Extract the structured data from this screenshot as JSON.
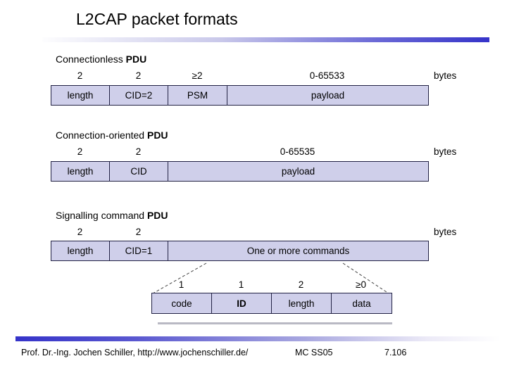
{
  "title": "L2CAP packet formats",
  "sections": [
    {
      "heading": "Connectionless",
      "heading_bold": "PDU",
      "unit": "bytes",
      "sizes": [
        "2",
        "2",
        "≥2",
        "0-65533"
      ],
      "cells": [
        "length",
        "CID=2",
        "PSM",
        "payload"
      ]
    },
    {
      "heading": "Connection-oriented",
      "heading_bold": "PDU",
      "unit": "bytes",
      "sizes": [
        "2",
        "2",
        "0-65535"
      ],
      "cells": [
        "length",
        "CID",
        "payload"
      ]
    },
    {
      "heading": "Signalling command",
      "heading_bold": "PDU",
      "unit": "bytes",
      "sizes": [
        "2",
        "2",
        ""
      ],
      "cells": [
        "length",
        "CID=1",
        "One or more commands"
      ]
    }
  ],
  "command_detail": {
    "sizes": [
      "1",
      "1",
      "2",
      "≥0"
    ],
    "cells": [
      "code",
      "ID",
      "length",
      "data"
    ]
  },
  "footer": {
    "author": "Prof. Dr.-Ing. Jochen Schiller, http://www.jochenschiller.de/",
    "course": "MC SS05",
    "page": "7.106"
  },
  "colors": {
    "accent_blue": "#3533c9",
    "box_fill": "#cfcfea",
    "box_border": "#222244"
  }
}
